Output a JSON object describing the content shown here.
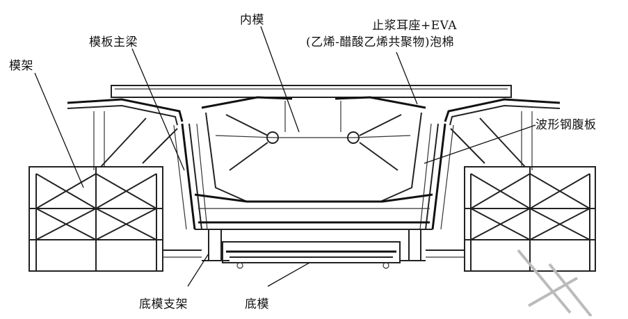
{
  "labels": {
    "inner_mold": "内模",
    "grout_seat_line1": "止浆耳座+EVA",
    "grout_seat_line2": "(乙烯-醋酸乙烯共聚物)泡棉",
    "formwork_main_beam": "模板主梁",
    "formwork_frame": "模架",
    "corrugated_steel_web": "波形钢腹板",
    "bottom_mold_support": "底模支架",
    "bottom_mold": "底模"
  }
}
